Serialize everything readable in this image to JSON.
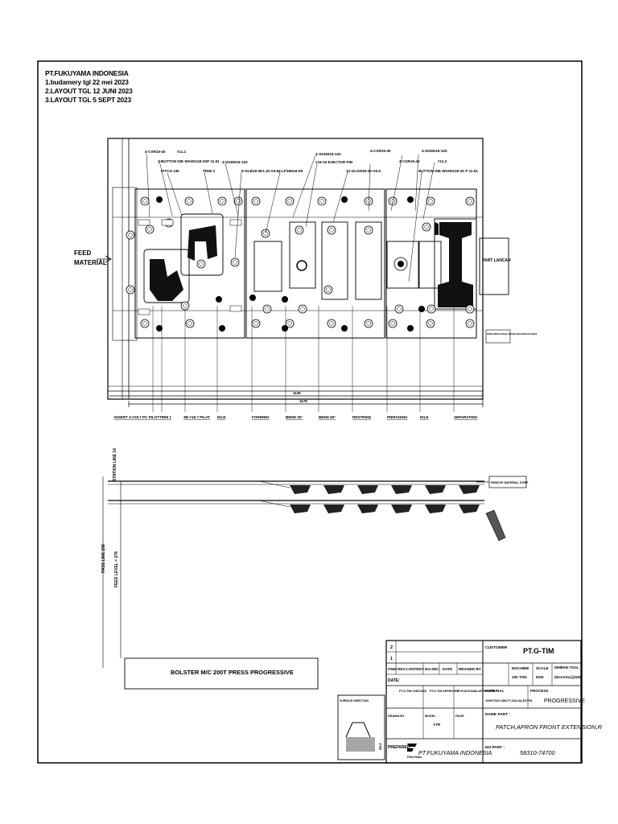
{
  "header": {
    "company": "PT.FUKUYAMA INDONESIA",
    "line1": "1.budamery tgl 22 mei 2023",
    "line2": "2.LAYOUT TGL 12 JUNI 2023",
    "line3": "3.LAYOUT TGL 5 SEPT 2023"
  },
  "layout": {
    "feed_label_1": "FEED",
    "feed_label_2": "MATERIAL",
    "part_lancar": "PART LANCAR",
    "callouts": [
      "4-CSR16-40",
      "#11.1",
      "3-BUTTON DIE WAH0118-3SP 11.61",
      "PITCH 135",
      "TRIM 2",
      "4-SGDH16-120",
      "6-GLB18-38-LJ5-A5.6",
      "4-LP16H16-55",
      "4-SGDH16-120",
      "#16-16 EJECTOR PIN",
      "12-GLGH18-38-A5.6",
      "4-CSR16-40",
      "4-CSR16-40",
      "4-SGDH16-120",
      "#11.2",
      "BUTTON DIE WAH0118-3S P 11.51"
    ],
    "dim_1": "1136",
    "dim_2": "1178",
    "note_box": "PERLENGKAPAN UNTUK MASUKKAN DIES",
    "stations": [
      "INSERT 3-#18.7 PC PILOT",
      "TRIM 1",
      "3B-#18.7 PILAT",
      "IDLE",
      "FORMING",
      "BEND 30°",
      "BEND 60°",
      "RESTRIKE",
      "PIERCHING",
      "IDLE",
      "SEPARATING"
    ]
  },
  "elevation": {
    "label_station": "STATION LINE 14",
    "label_pass": "PASS LINE 298",
    "label_feed": "FEED LEVEL = 278",
    "remove_label": "REMOVE MATERIAL STRIP",
    "bolster": "BOLSTER M/C 200T PRESS PROGRESSIVE"
  },
  "title_block": {
    "rev_rows": [
      "2",
      "1"
    ],
    "headers": [
      "ITEM",
      "REV.CONTENT",
      "NO.SEC",
      "DATE",
      "REVISED BY"
    ],
    "date_label": "DATE:",
    "customer_label": "CUSTOMER",
    "customer": "PT.G-TIM",
    "machine_label": "MACHINE",
    "machine": "200 TON",
    "scale_label": "SCALE",
    "scale": "DNS",
    "dimensi_label": "DIMENSI TOOL",
    "dimensi": "(WxAXSxL)(1190)",
    "material_label": "MATERIAL",
    "material": "JSH270C0-45/LF7,GALVA,EXTRL",
    "process_label": "PROCESS",
    "process": "PROGRESSIVE",
    "checked": "PT.G-TIM CHECKED",
    "approved": "PT.G-TIM APPROVED",
    "fuk_approved": "PT.FUKUYAMA APPROVED",
    "part_name_label": "NAME PART :",
    "part_name": "PATCH,APRON FRONT EXTENSION,R",
    "drawn_label": "DRAWN BY",
    "model_label": "MODEL",
    "model": "YTR",
    "page_label": "PAGE",
    "prepared_label": "PREPARED :",
    "prepared": "PT.FUKUYAMA INDONESIA",
    "logo_text": "FUKUYAMA",
    "no_part_label": "NO.PART :",
    "no_part": "58310-74700",
    "surface_label": "SURFACE DIRECTION",
    "size_label": "32.4"
  }
}
